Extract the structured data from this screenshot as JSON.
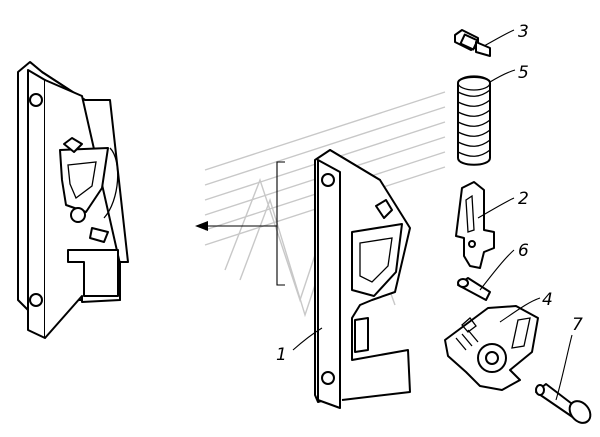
{
  "diagram": {
    "callouts": [
      {
        "id": "spring-pin",
        "label": "3"
      },
      {
        "id": "coil-spring",
        "label": "5"
      },
      {
        "id": "lock-plate",
        "label": "2"
      },
      {
        "id": "small-pin",
        "label": "6"
      },
      {
        "id": "pawl",
        "label": "4"
      },
      {
        "id": "axle-bolt",
        "label": "7"
      },
      {
        "id": "latch-body",
        "label": "1"
      }
    ]
  }
}
